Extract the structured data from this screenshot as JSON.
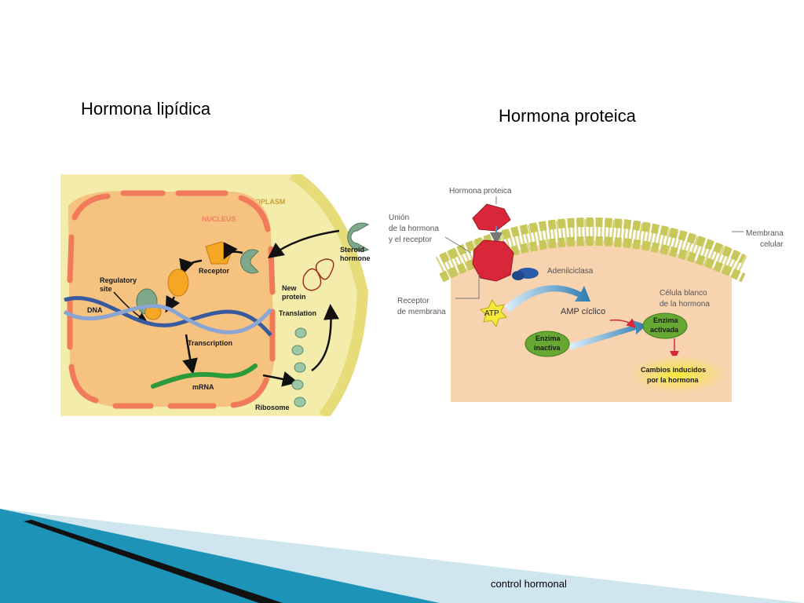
{
  "titles": {
    "left": "Hormona lipídica",
    "right": "Hormona proteica"
  },
  "left_diagram": {
    "cytoplasm": "CYTOPLASM",
    "nucleus": "NUCLEUS",
    "steroid_hormone_1": "Steroid",
    "steroid_hormone_2": "hormone",
    "receptor": "Receptor",
    "regulatory_site_1": "Regulatory",
    "regulatory_site_2": "site",
    "dna": "DNA",
    "new_protein_1": "New",
    "new_protein_2": "protein",
    "translation": "Translation",
    "transcription": "Transcription",
    "mrna": "mRNA",
    "ribosome": "Ribosome"
  },
  "right_diagram": {
    "hormona_proteica": "Hormona proteica",
    "union_1": "Unión",
    "union_2": "de la hormona",
    "union_3": "y el receptor",
    "membrana_1": "Membrana",
    "membrana_2": "celular",
    "adenilciclasa": "Adenilciclasa",
    "celula_1": "Célula blanco",
    "celula_2": "de la hormona",
    "receptor_1": "Receptor",
    "receptor_2": "de membrana",
    "atp": "ATP",
    "amp": "AMP cíclico",
    "enzima_inactiva_1": "Enzima",
    "enzima_inactiva_2": "inactiva",
    "enzima_activada_1": "Enzima",
    "enzima_activada_2": "activada",
    "cambios_1": "Cambios inducidos",
    "cambios_2": "por la hormona"
  },
  "footer": {
    "text": "control hormonal"
  },
  "colors": {
    "cytoplasm": "#f3ecaa",
    "nucleus": "#f5c27f",
    "nuclear_envelope": "#f07a5a",
    "receptor_green": "#7fa88a",
    "hormone_orange": "#f5a623",
    "cell_interior": "#f8d3b0",
    "membrane_head": "#c8c85a",
    "receptor_red": "#d9273a",
    "enzyme_green": "#66a832",
    "cambios_yellow": "#f7e93a",
    "footer_blue": "#1e93b8"
  }
}
